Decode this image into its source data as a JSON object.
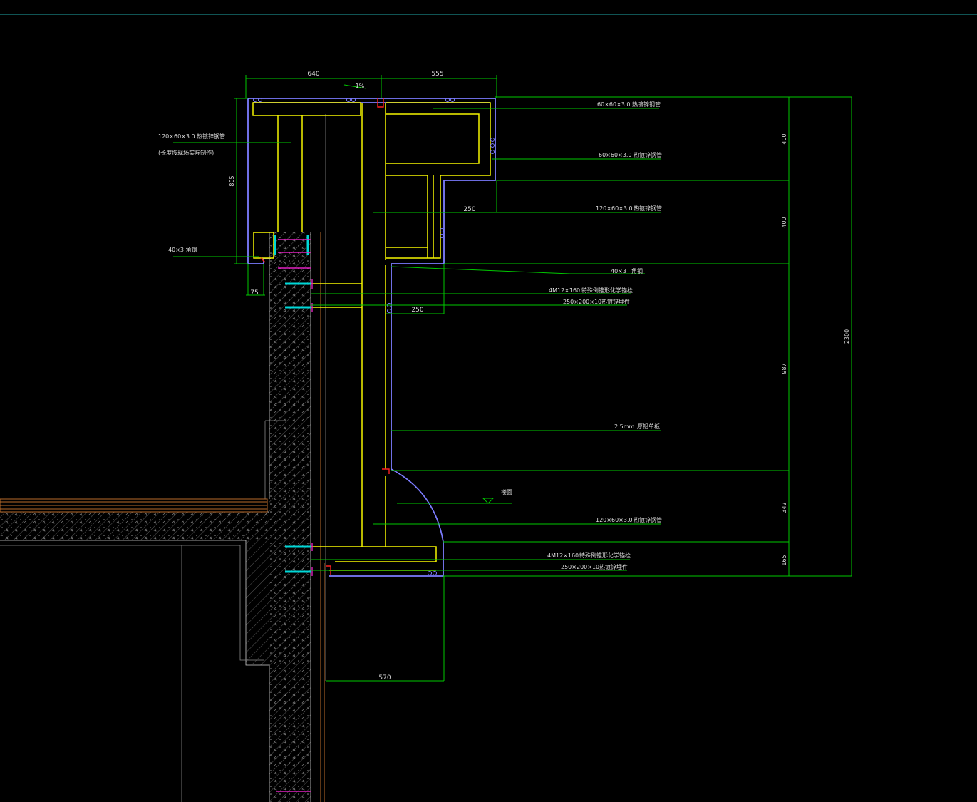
{
  "dimensions": {
    "top_left": "640",
    "top_right": "555",
    "left_height": "805",
    "left_offset": "75",
    "mid_width_1": "250",
    "mid_width_2": "250",
    "bottom_width": "570",
    "right_400_a": "400",
    "right_400_b": "400",
    "right_987": "987",
    "right_342": "342",
    "right_165": "165",
    "overall": "2300",
    "slope": "1%"
  },
  "labels": {
    "tube_60_a_spec": "60×60×3.0",
    "tube_60_a_name": "热镀锌钢管",
    "tube_60_b_spec": "60×60×3.0",
    "tube_60_b_name": "热镀锌钢管",
    "tube_120_a_spec": "120×60×3.0",
    "tube_120_a_name": "热镀锌钢管",
    "tube_120_left_spec": "120×60×3.0",
    "tube_120_left_name": "热镀锌钢管",
    "tube_120_left_note": "(长度按现场实际制作)",
    "angle_left": "40×3 角钢",
    "angle_right_spec": "40×3",
    "angle_right_name": "角钢",
    "anchor_top_spec": "4M12×160",
    "anchor_top_name": "特殊倒锥形化学锚栓",
    "embed_top_spec": "250×200×10",
    "embed_top_name": "热镀锌埋件",
    "panel_spec": "2.5mm",
    "panel_name": "厚铝单板",
    "floor": "楼面",
    "tube_120_b_spec": "120×60×3.0",
    "tube_120_b_name": "热镀锌钢管",
    "anchor_bottom_spec": "4M12×160",
    "anchor_bottom_name": "特殊倒锥形化学锚栓",
    "embed_bottom_spec": "250×200×10",
    "embed_bottom_name": "热镀锌埋件"
  },
  "colors": {
    "background": "#000000",
    "dimension": "#00c800",
    "steel": "#f5f500",
    "panel": "#7c7cff",
    "anchor": "#00d8d8",
    "plate": "#e020c0",
    "text": "#dcdcdc"
  }
}
